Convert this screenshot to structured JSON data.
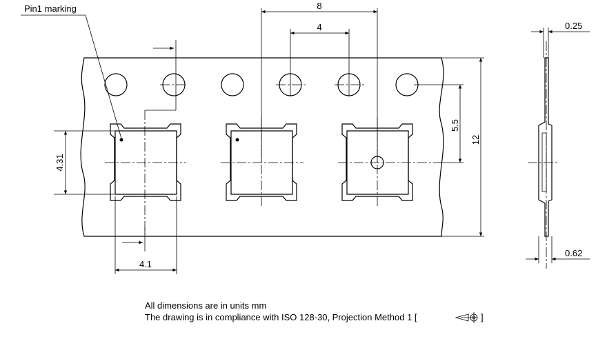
{
  "labels": {
    "pin1": "Pin1 marking",
    "pitch": "8",
    "hole_pitch": "4",
    "row_offset": "5.5",
    "tape_width": "12",
    "pocket_height": "4.31",
    "pocket_width": "4.1",
    "tape_thickness": "0.25",
    "pocket_depth": "0.62"
  },
  "notes": {
    "line1": "All dimensions are in units mm",
    "line2": "The drawing is in compliance with ISO 128-30, Projection Method 1 ["
  }
}
